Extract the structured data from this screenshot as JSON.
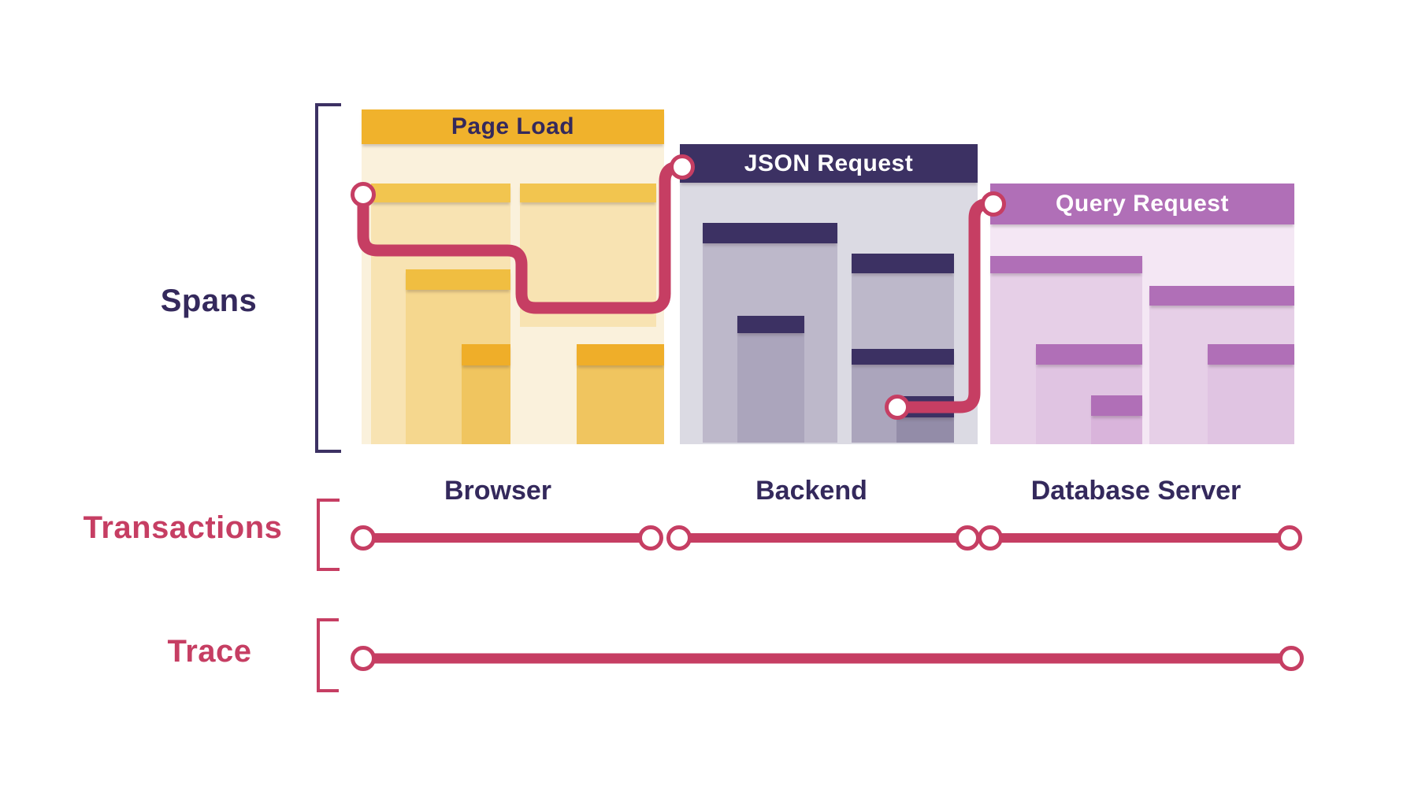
{
  "labels": {
    "spans": "Spans",
    "transactions": "Transactions",
    "trace": "Trace"
  },
  "groups": {
    "browser": {
      "span_title": "Page Load",
      "caption": "Browser"
    },
    "backend": {
      "span_title": "JSON Request",
      "caption": "Backend"
    },
    "database": {
      "span_title": "Query Request",
      "caption": "Database Server"
    }
  },
  "icons": {
    "endpoint_marker": "open-circle"
  },
  "colors": {
    "background": "#ffffff",
    "navy": "#3c3163",
    "navy_text": "#34295c",
    "crimson": "#c63e63",
    "gold_header": "#f0b22c",
    "gold_sub_header": "#f2c54f",
    "gold_sub2_header": "#f0be41",
    "gold_sub3_header": "#efae29",
    "cream_body": "#faf1dc",
    "cream_sub_body": "#f8e3b2",
    "cream_sub2_body": "#f5d78e",
    "cream_sub3_body": "#f0c55f",
    "slate_panel": "#dbdae3",
    "slate_sub_body": "#bdb8ca",
    "slate_sub2_body": "#aba5bc",
    "slate_sub3_body": "#938ca8",
    "purple_header": "#b06fb7",
    "purple_panel": "#f4e7f4",
    "purple_sub_body": "#e6cfe7",
    "purple_sub2_body": "#e0c4e2",
    "purple_sub3_body": "#d9b4db"
  }
}
